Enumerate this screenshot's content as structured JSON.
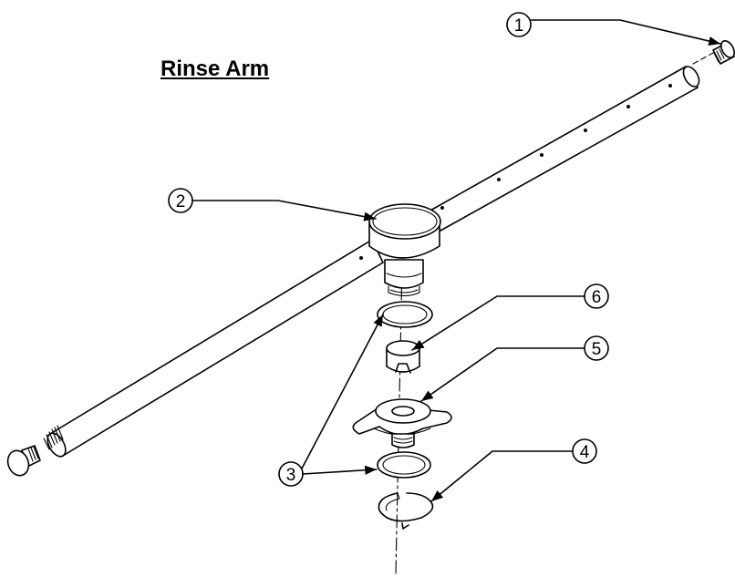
{
  "title": "Rinse Arm",
  "callouts": [
    {
      "id": "c1",
      "label": "1"
    },
    {
      "id": "c2",
      "label": "2"
    },
    {
      "id": "c3",
      "label": "3"
    },
    {
      "id": "c4",
      "label": "4"
    },
    {
      "id": "c5",
      "label": "5"
    },
    {
      "id": "c6",
      "label": "6"
    }
  ],
  "colors": {
    "ink": "#000000",
    "paper": "#ffffff"
  }
}
